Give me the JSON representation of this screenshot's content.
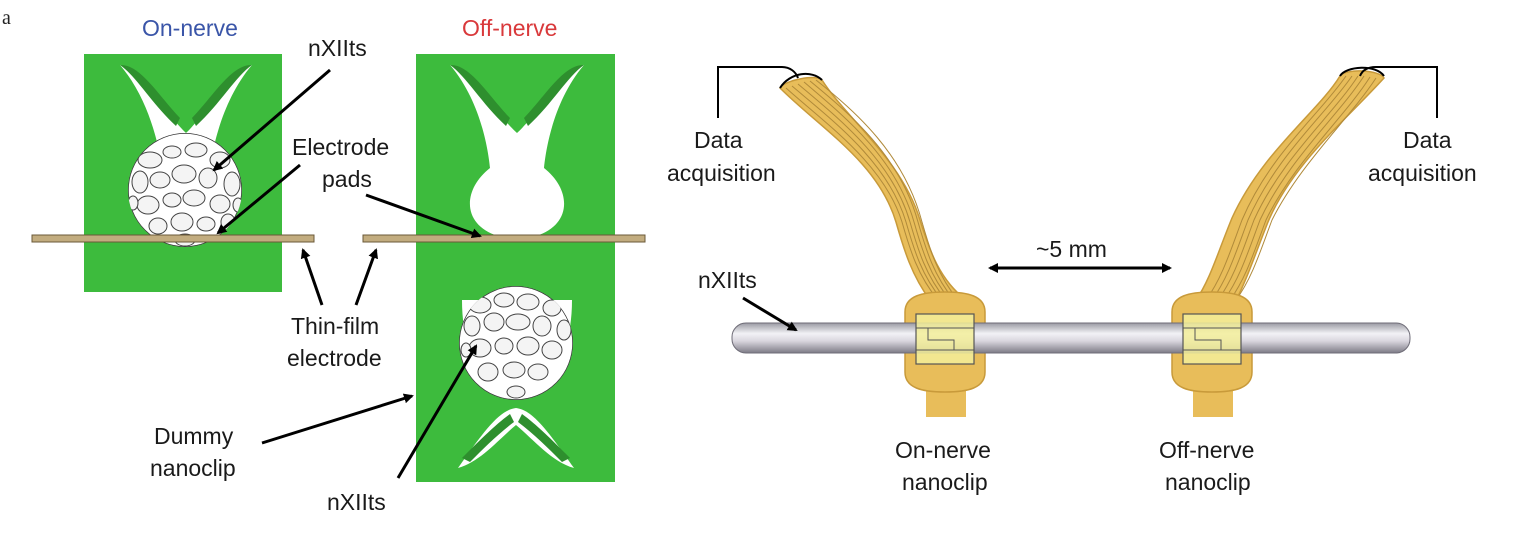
{
  "panel_letter": "a",
  "left_panel": {
    "title_on": "On-nerve",
    "title_off": "Off-nerve",
    "label_nxiits_top": "nXIIts",
    "label_electrode_pads_1": "Electrode",
    "label_electrode_pads_2": "pads",
    "label_thin_film_1": "Thin-film",
    "label_thin_film_2": "electrode",
    "label_dummy_1": "Dummy",
    "label_dummy_2": "nanoclip",
    "label_nxiits_bottom": "nXIIts"
  },
  "right_panel": {
    "data_acq_left_1": "Data",
    "data_acq_left_2": "acquisition",
    "data_acq_right_1": "Data",
    "data_acq_right_2": "acquisition",
    "distance": "~5 mm",
    "nerve_label": "nXIIts",
    "on_clip_1": "On-nerve",
    "on_clip_2": "nanoclip",
    "off_clip_1": "Off-nerve",
    "off_clip_2": "nanoclip"
  },
  "colors": {
    "clip_green": "#3dbb3d",
    "clip_green_dark": "#2e8f2e",
    "film_tan": "#c2ac7f",
    "ribbon_gold": "#e8bd5a",
    "ribbon_line": "#b08a3a",
    "on_nerve_blue": "#3a55a8",
    "off_nerve_red": "#d9393b",
    "nerve_grey": "#cfcfd4"
  }
}
